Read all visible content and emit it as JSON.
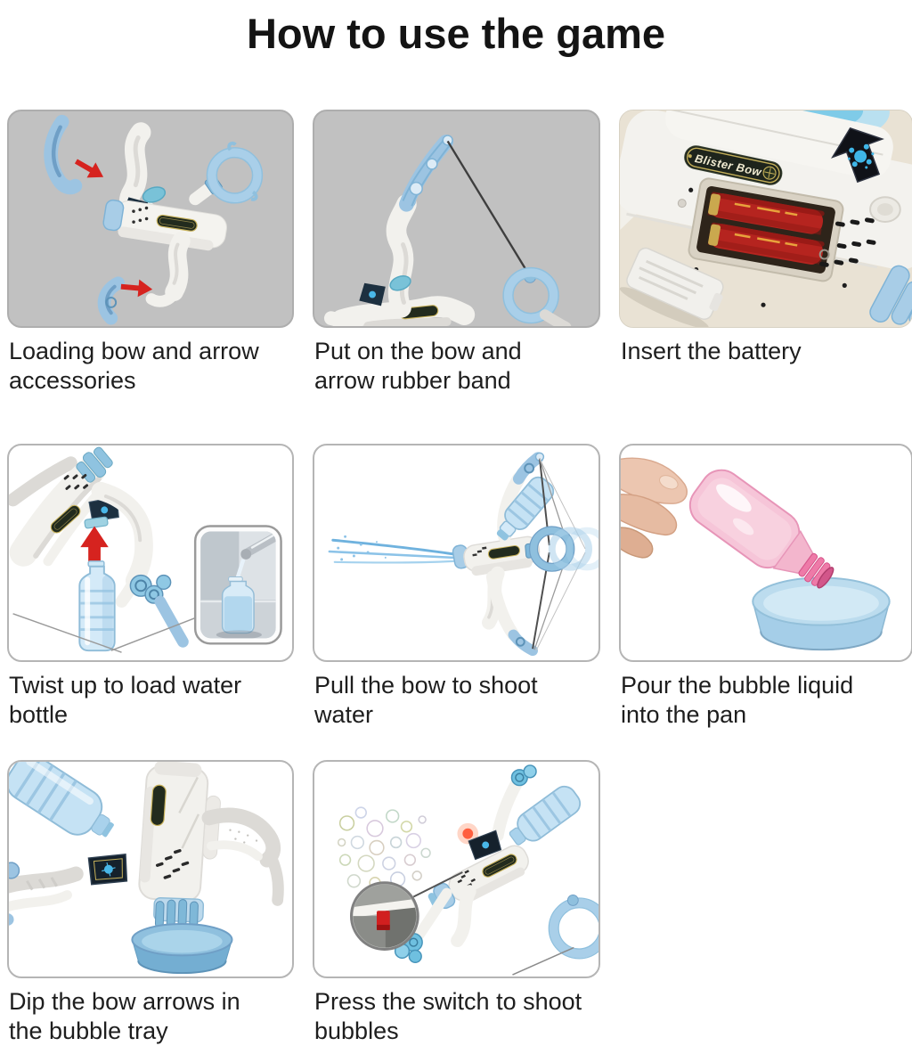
{
  "title": "How to use the game",
  "brand_label": "Blister Bow",
  "steps": [
    {
      "caption": "Loading bow and arrow accessories",
      "illustration": "bow-with-detached-limbs-and-red-arrows"
    },
    {
      "caption": "Put on the bow and arrow rubber band",
      "illustration": "bow-with-string-installed"
    },
    {
      "caption": "Insert the battery",
      "illustration": "battery-compartment-open-photo"
    },
    {
      "caption": "Twist up to load water bottle",
      "illustration": "water-bottle-mounting-with-filling-inset"
    },
    {
      "caption": "Pull the bow to shoot water",
      "illustration": "bow-spraying-water-jet"
    },
    {
      "caption": "Pour the bubble liquid into the pan",
      "illustration": "hand-pouring-pink-bottle-into-blue-pan"
    },
    {
      "caption": "Dip the bow arrows in the bubble tray",
      "illustration": "nozzles-dipped-into-bubble-tray"
    },
    {
      "caption": "Press the switch to shoot bubbles",
      "illustration": "bow-shooting-bubbles-switch-magnified"
    }
  ],
  "colors": {
    "panel_gray": "#c1c1c1",
    "panel_border": "#b5b5b5",
    "toy_white": "#f2f1ed",
    "toy_blue": "#9cc4e2",
    "accent_navy": "#1d3040",
    "arrow_red": "#d6231f",
    "battery_red": "#b5241f",
    "label_gold": "#c8b25a",
    "water_blue": "#7db9e2",
    "bubble_pink": "#f5c2d6",
    "pan_blue": "#a5cee8",
    "caption_text": "#1e1e1e"
  }
}
